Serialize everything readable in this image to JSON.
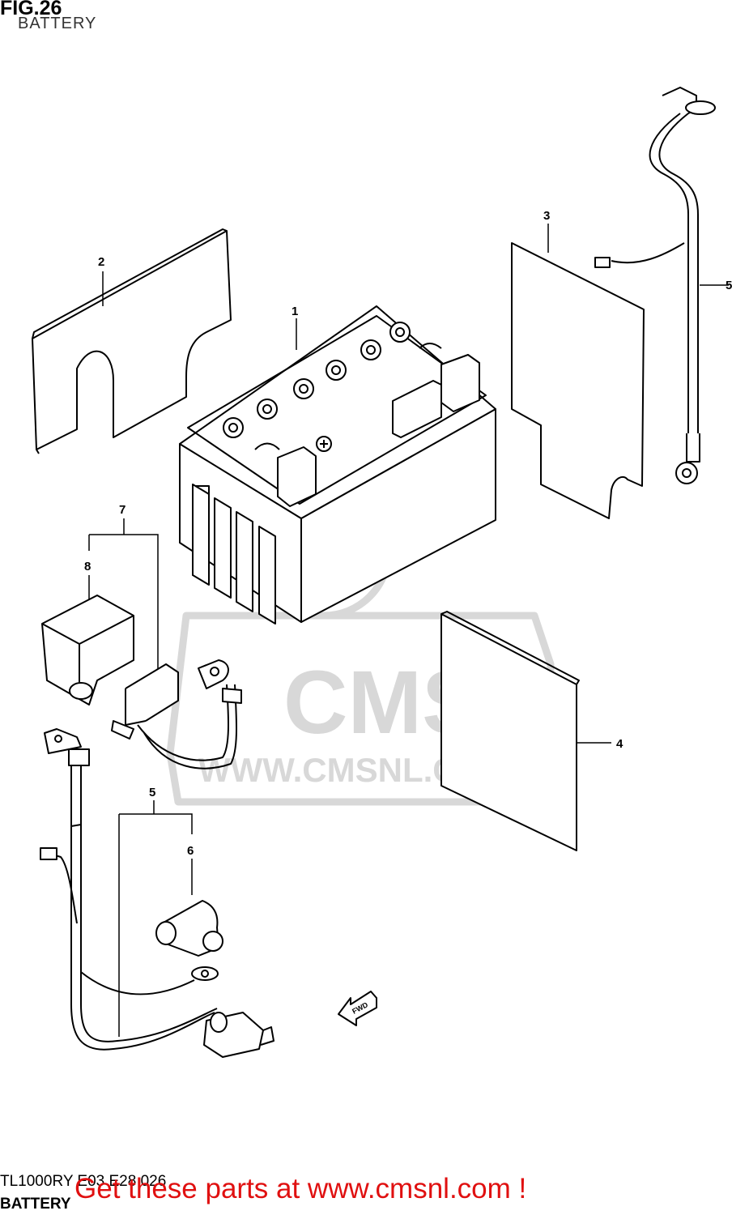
{
  "header": {
    "figure_title": "FIG.26",
    "figure_subtitle": "BATTERY"
  },
  "callouts": {
    "c1": "1",
    "c2": "2",
    "c3": "3",
    "c4": "4",
    "c5": "5",
    "c5r": "5",
    "c6": "6",
    "c7": "7",
    "c8": "8"
  },
  "watermark": {
    "logo_text": "CMS",
    "url_text": "WWW.CMSNL.COM"
  },
  "fwd_label": "FWD",
  "footer": {
    "model_code": "TL1000RY E03 E28  026",
    "section_name": "BATTERY",
    "promo_text": "Get these parts at www.cmsnl.com !"
  },
  "colors": {
    "line": "#000000",
    "watermark": "#d8d8d8",
    "promo": "#e01010"
  }
}
